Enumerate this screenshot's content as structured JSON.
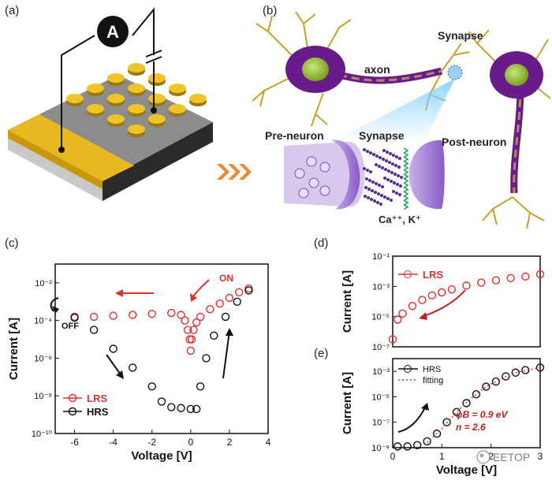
{
  "panels": {
    "a": "(a)",
    "b": "(b)",
    "c": "(c)",
    "d": "(d)",
    "e": "(e)"
  },
  "panel_a": {
    "meter_label": "A"
  },
  "panel_b": {
    "synapse_top": "Synapse",
    "axon": "axon",
    "pre_neuron": "Pre-neuron",
    "synapse_mid": "Synapse",
    "post_neuron": "Post-neuron",
    "ions": "Ca⁺⁺, K⁺"
  },
  "watermark": "EETOP",
  "colors": {
    "lrs": "#e03030",
    "hrs": "#111111",
    "device_gold": "#e8b820",
    "neuron_purple": "#6a1b8a"
  },
  "chart_data": [
    {
      "type": "scatter",
      "panel": "c",
      "xlabel": "Voltage [V]",
      "ylabel": "Current [A]",
      "xlim": [
        -7,
        4
      ],
      "ylim_log10": [
        -10,
        -1
      ],
      "yscale": "log",
      "x_ticks": [
        "-6",
        "-4",
        "-2",
        "0",
        "2",
        "4"
      ],
      "y_ticks": [
        "10⁻¹⁰",
        "10⁻⁸",
        "10⁻⁶",
        "10⁻⁴",
        "10⁻²"
      ],
      "legend": "bottom-left",
      "annotations": {
        "on": "ON",
        "off": "OFF"
      },
      "series": [
        {
          "name": "LRS",
          "color": "#e03030",
          "points": [
            [
              -6,
              -3.8
            ],
            [
              -5,
              -3.8
            ],
            [
              -4,
              -3.75
            ],
            [
              -3,
              -3.7
            ],
            [
              -2,
              -3.65
            ],
            [
              -1,
              -3.6
            ],
            [
              -0.5,
              -3.7
            ],
            [
              -0.3,
              -4
            ],
            [
              -0.15,
              -4.5
            ],
            [
              -0.05,
              -5
            ],
            [
              0,
              -5.6
            ],
            [
              0.05,
              -5
            ],
            [
              0.15,
              -4.5
            ],
            [
              0.3,
              -4.1
            ],
            [
              0.5,
              -3.8
            ],
            [
              1,
              -3.4
            ],
            [
              1.5,
              -3.1
            ],
            [
              2,
              -2.8
            ],
            [
              2.5,
              -2.5
            ],
            [
              3,
              -2.3
            ]
          ]
        },
        {
          "name": "HRS",
          "color": "#111111",
          "points": [
            [
              -6,
              -3.85
            ],
            [
              -5,
              -4.5
            ],
            [
              -4,
              -5.5
            ],
            [
              -3,
              -6.5
            ],
            [
              -2,
              -7.5
            ],
            [
              -1.5,
              -8.3
            ],
            [
              -1,
              -8.6
            ],
            [
              -0.5,
              -8.65
            ],
            [
              0,
              -8.7
            ],
            [
              0.3,
              -8.7
            ],
            [
              0.5,
              -7.5
            ],
            [
              0.8,
              -6
            ],
            [
              1.2,
              -4.8
            ],
            [
              1.8,
              -3.8
            ],
            [
              2.4,
              -3
            ],
            [
              3,
              -2.4
            ]
          ]
        }
      ]
    },
    {
      "type": "scatter",
      "panel": "d",
      "yscale": "log",
      "ylabel": "Current [A]",
      "xlim": [
        0,
        3
      ],
      "ylim_log10": [
        -7,
        -1
      ],
      "y_ticks": [
        "10⁻⁷",
        "10⁻⁵",
        "10⁻³",
        "10⁻¹"
      ],
      "legend": "top-left",
      "series": [
        {
          "name": "LRS",
          "color": "#e03030",
          "points": [
            [
              0,
              -6.5
            ],
            [
              0.1,
              -5.2
            ],
            [
              0.2,
              -4.8
            ],
            [
              0.4,
              -4.3
            ],
            [
              0.6,
              -3.9
            ],
            [
              0.8,
              -3.6
            ],
            [
              1,
              -3.4
            ],
            [
              1.2,
              -3.2
            ],
            [
              1.5,
              -2.95
            ],
            [
              1.8,
              -2.75
            ],
            [
              2.1,
              -2.6
            ],
            [
              2.4,
              -2.45
            ],
            [
              2.7,
              -2.35
            ],
            [
              3,
              -2.2
            ]
          ]
        }
      ]
    },
    {
      "type": "scatter",
      "panel": "e",
      "yscale": "log",
      "xlabel": "Voltage [V]",
      "ylabel": "Current [A]",
      "xlim": [
        0,
        3
      ],
      "ylim_log10": [
        -9,
        -2
      ],
      "x_ticks": [
        "0",
        "1",
        "2",
        "3"
      ],
      "y_ticks": [
        "10⁻⁹",
        "10⁻⁷",
        "10⁻⁵",
        "10⁻³"
      ],
      "legend": "top-left",
      "fit_label": "fitting",
      "fit_text": {
        "phi": "φB = 0.9 eV",
        "n": "n = 2.6"
      },
      "series": [
        {
          "name": "HRS",
          "color": "#111111",
          "points": [
            [
              0.1,
              -8.9
            ],
            [
              0.3,
              -8.9
            ],
            [
              0.5,
              -8.8
            ],
            [
              0.7,
              -8.5
            ],
            [
              0.9,
              -7.9
            ],
            [
              1.1,
              -7
            ],
            [
              1.3,
              -6.2
            ],
            [
              1.5,
              -5.5
            ],
            [
              1.7,
              -4.8
            ],
            [
              1.9,
              -4.2
            ],
            [
              2.1,
              -3.8
            ],
            [
              2.3,
              -3.4
            ],
            [
              2.5,
              -3.1
            ],
            [
              2.7,
              -2.9
            ],
            [
              3,
              -2.7
            ]
          ]
        },
        {
          "name": "fitting",
          "color": "#e03030",
          "style": "dotted",
          "points": [
            [
              0.7,
              -8.6
            ],
            [
              1,
              -7.5
            ],
            [
              1.3,
              -6.2
            ],
            [
              1.6,
              -5.1
            ],
            [
              1.9,
              -4.2
            ],
            [
              2.2,
              -3.6
            ],
            [
              2.5,
              -3.1
            ],
            [
              3,
              -2.7
            ]
          ]
        }
      ]
    }
  ]
}
